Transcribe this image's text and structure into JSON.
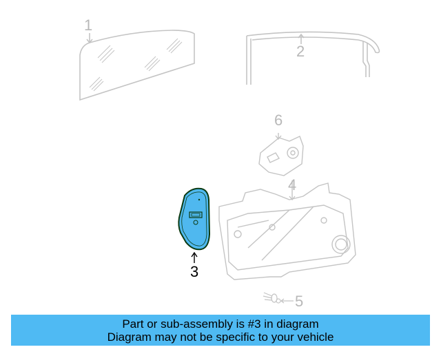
{
  "diagram": {
    "highlight_part": "3",
    "colors": {
      "inactive_line": "#c4c4c4",
      "inactive_label": "#b8b8b8",
      "highlight_fill": "#4fb8ef",
      "highlight_outline": "#0b3a12",
      "highlight_label": "#000000",
      "banner_bg": "#4fbaf3"
    },
    "callouts": [
      {
        "number": "1",
        "part": "door-glass"
      },
      {
        "number": "2",
        "part": "glass-run-channel"
      },
      {
        "number": "3",
        "part": "access-cover",
        "highlighted": true
      },
      {
        "number": "4",
        "part": "window-regulator-module"
      },
      {
        "number": "5",
        "part": "push-pin-clip"
      },
      {
        "number": "6",
        "part": "window-motor"
      }
    ]
  },
  "banner": {
    "line1": "Part or sub-assembly is #3 in diagram",
    "line2": "Diagram may not be specific to your vehicle"
  }
}
